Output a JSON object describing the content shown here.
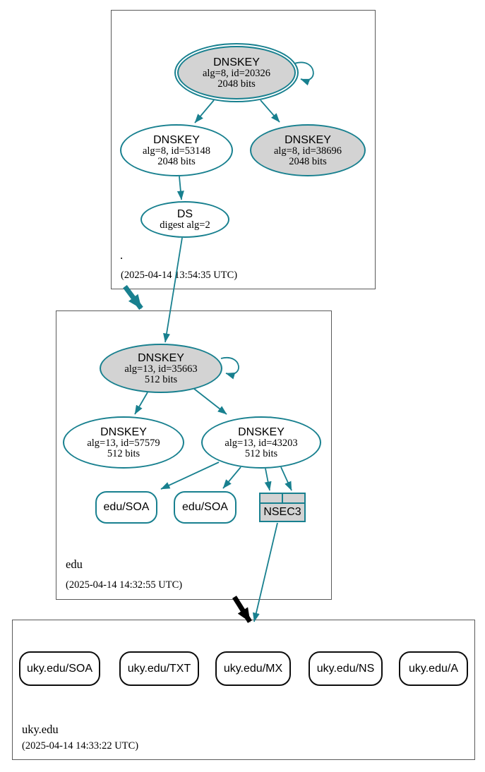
{
  "colors": {
    "secure_teal": "#18808f",
    "insecure_black": "#000000",
    "node_gray_fill": "#d3d3d3",
    "node_white_fill": "#ffffff"
  },
  "zones": [
    {
      "label": ".",
      "timestamp": "(2025-04-14 13:54:35 UTC)",
      "nodes": {
        "ksk": {
          "title": "DNSKEY",
          "detail1": "alg=8, id=20326",
          "detail2": "2048 bits"
        },
        "zsk": {
          "title": "DNSKEY",
          "detail1": "alg=8, id=53148",
          "detail2": "2048 bits"
        },
        "key2": {
          "title": "DNSKEY",
          "detail1": "alg=8, id=38696",
          "detail2": "2048 bits"
        },
        "ds": {
          "title": "DS",
          "detail1": "digest alg=2"
        }
      }
    },
    {
      "label": "edu",
      "timestamp": "(2025-04-14 14:32:55 UTC)",
      "nodes": {
        "ksk": {
          "title": "DNSKEY",
          "detail1": "alg=13, id=35663",
          "detail2": "512 bits"
        },
        "zsk1": {
          "title": "DNSKEY",
          "detail1": "alg=13, id=57579",
          "detail2": "512 bits"
        },
        "zsk2": {
          "title": "DNSKEY",
          "detail1": "alg=13, id=43203",
          "detail2": "512 bits"
        },
        "soa1": {
          "title": "edu/SOA"
        },
        "soa2": {
          "title": "edu/SOA"
        },
        "nsec3": {
          "title": "NSEC3"
        }
      }
    },
    {
      "label": "uky.edu",
      "timestamp": "(2025-04-14 14:33:22 UTC)",
      "nodes": {
        "soa": {
          "title": "uky.edu/SOA"
        },
        "txt": {
          "title": "uky.edu/TXT"
        },
        "mx": {
          "title": "uky.edu/MX"
        },
        "ns": {
          "title": "uky.edu/NS"
        },
        "a": {
          "title": "uky.edu/A"
        }
      }
    }
  ]
}
